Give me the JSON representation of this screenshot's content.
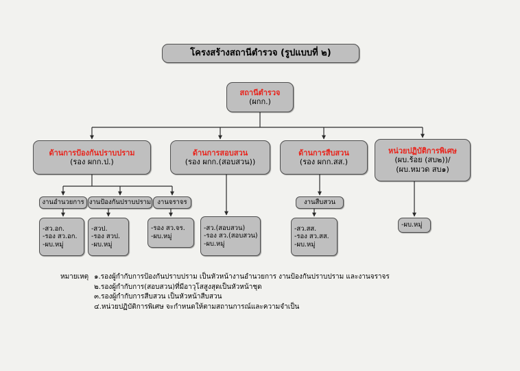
{
  "diagram": {
    "title": "โครงสร้างสถานีตำรวจ (รูปแบบที่ ๒)",
    "root": {
      "title": "สถานีตำรวจ",
      "sub": "(ผกก.)"
    },
    "divisions": [
      {
        "name": "division-prevention",
        "title": "ด้านการป้องกันปราบปราม",
        "sub": "(รอง ผกก.ป.)"
      },
      {
        "name": "division-inquiry",
        "title": "ด้านการสอบสวน",
        "sub": "(รอง ผกก.(สอบสวน))"
      },
      {
        "name": "division-investigation",
        "title": "ด้านการสืบสวน",
        "sub": "(รอง ผกก.สส.)"
      },
      {
        "name": "division-special",
        "title": "หน่วยปฏิบัติการพิเศษ",
        "sub": "(ผบ.ร้อย (สบ๒))/",
        "sub2": "(ผบ.หมวด สบ๑)"
      }
    ],
    "work_units": [
      {
        "name": "work-unit-administration",
        "label": "งานอำนวยการ"
      },
      {
        "name": "work-unit-prevention",
        "label": "งานป้องกันปราบปราม"
      },
      {
        "name": "work-unit-traffic",
        "label": "งานจราจร"
      },
      {
        "name": "work-unit-investigation",
        "label": "งานสืบสวน"
      }
    ],
    "positions": {
      "administration": [
        "-สว.อก.",
        "-รอง สว.อก.",
        "-ผบ.หมู่"
      ],
      "prevention": [
        "-สวป.",
        "-รอง สวป.",
        "-ผบ.หมู่"
      ],
      "traffic": [
        "-รอง สว.จร.",
        "-ผบ.หมู่"
      ],
      "inquiry": [
        "-สว.(สอบสวน)",
        "-รอง สว.(สอบสวน)",
        "-ผบ.หมู่"
      ],
      "investigation": [
        "-สว.สส.",
        "-รอง สว.สส.",
        "-ผบ.หมู่"
      ],
      "special": [
        "-ผบ.หมู่"
      ]
    },
    "notes": {
      "label": "หมายเหตุ",
      "items": [
        "๑.รองผู้กำกับการป้องกันปราบปราม เป็นหัวหน้างานอำนวยการ งานป้องกันปราบปราม และงานจราจร",
        "๒.รองผู้กำกับการ(สอบสวน)ที่มีอาวุโสสูงสุดเป็นหัวหน้าชุด",
        "๓.รองผู้กำกับการสืบสวน  เป็นหัวหน้าสืบสวน",
        "๔.หน่วยปฏิบัติการพิเศษ จะกำหนดให้ตามสถานการณ์และความจำเป็น"
      ]
    },
    "colors": {
      "accent": "#e8241c",
      "box_fill": "#bfbfbf",
      "box_border": "#4d4d4d",
      "page_bg": "#f2f2ef"
    }
  }
}
